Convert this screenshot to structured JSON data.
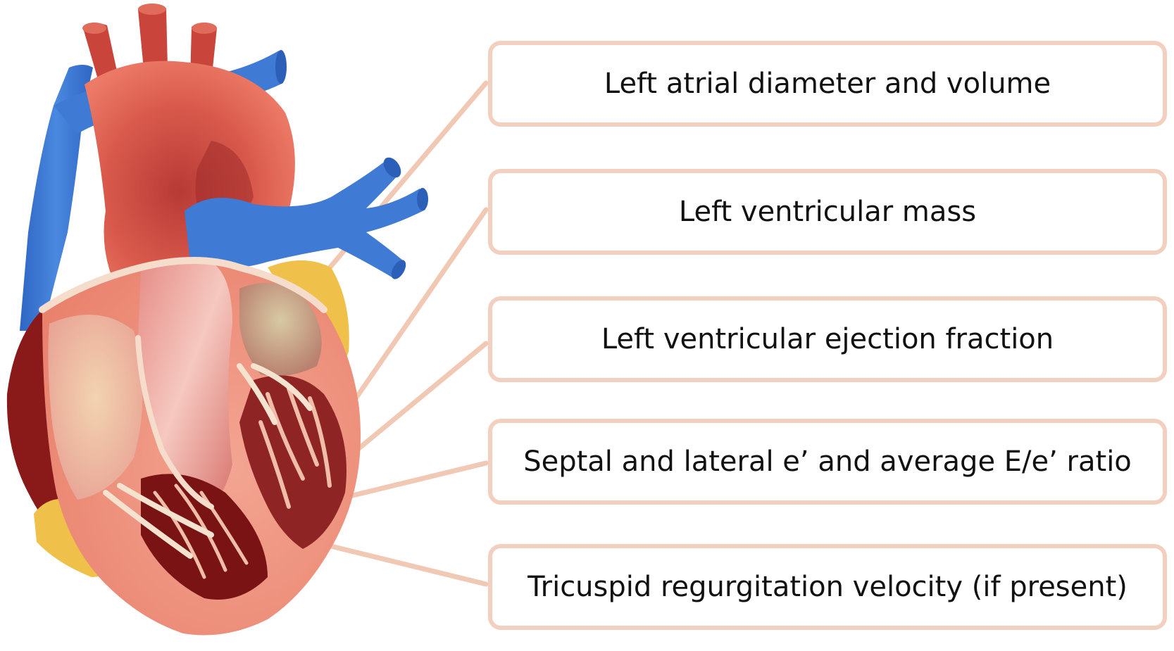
{
  "diagram": {
    "accent_colors": {
      "box_border": "#f2cfbf",
      "leader_line": "#f0c8b4",
      "artery_red": "#c9443b",
      "vein_blue": "#3f7ad4",
      "fat_yellow": "#efc14a",
      "muscle_dark": "#7a1414",
      "muscle_light": "#f2a48f"
    },
    "illustration": "heart-anatomy-cross-section",
    "labels": [
      {
        "text": "Left atrial diameter and volume"
      },
      {
        "text": "Left ventricular mass"
      },
      {
        "text": "Left ventricular ejection fraction"
      },
      {
        "text": "Septal and lateral e’ and average E/e’ ratio"
      },
      {
        "text": "Tricuspid regurgitation velocity (if present)"
      }
    ]
  }
}
